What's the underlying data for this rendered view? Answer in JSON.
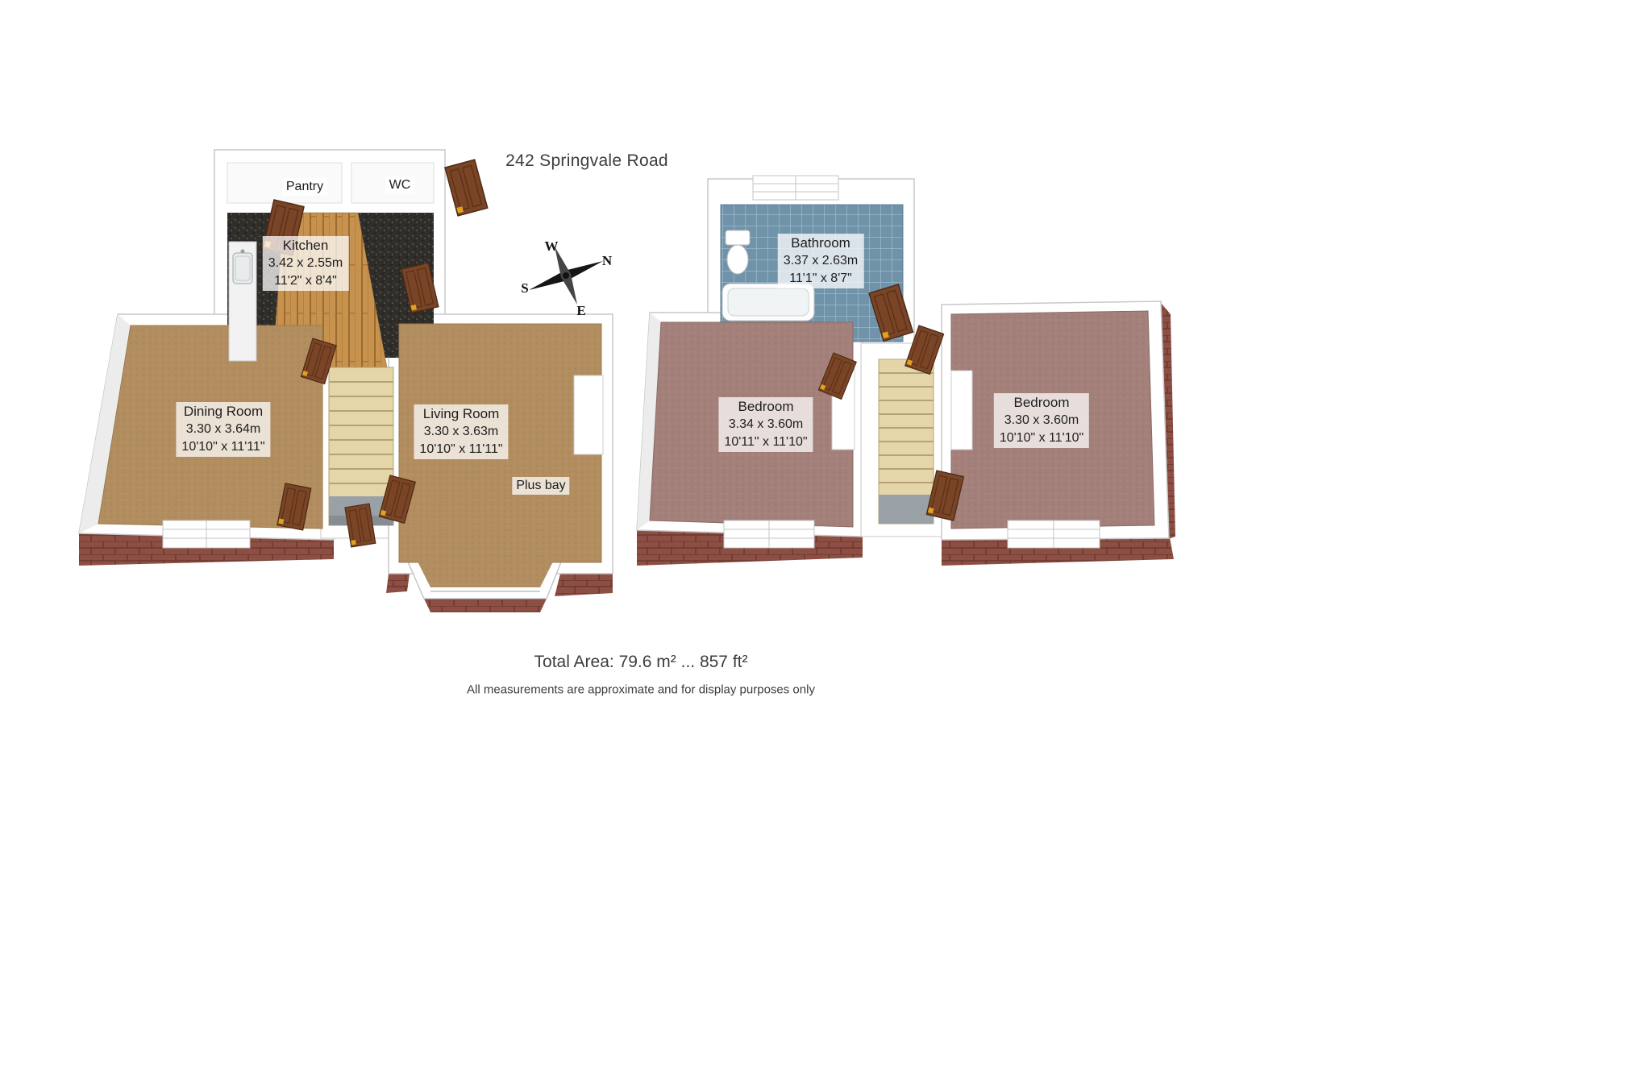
{
  "title": "242 Springvale Road",
  "compass": {
    "west": "W",
    "north": "N",
    "south": "S",
    "east": "E"
  },
  "floors": {
    "ground": {
      "pantry": {
        "name": "Pantry"
      },
      "wc": {
        "name": "WC"
      },
      "kitchen": {
        "name": "Kitchen",
        "metric": "3.42 x 2.55m",
        "imperial": "11'2\" x 8'4\""
      },
      "dining": {
        "name": "Dining Room",
        "metric": "3.30 x 3.64m",
        "imperial": "10'10\" x 11'11\""
      },
      "living": {
        "name": "Living Room",
        "metric": "3.30 x 3.63m",
        "imperial": "10'10\" x 11'11\"",
        "note": "Plus bay"
      }
    },
    "first": {
      "bathroom": {
        "name": "Bathroom",
        "metric": "3.37 x 2.63m",
        "imperial": "11'1\" x 8'7\""
      },
      "bedroom1": {
        "name": "Bedroom",
        "metric": "3.34 x 3.60m",
        "imperial": "10'11\" x 11'10\""
      },
      "bedroom2": {
        "name": "Bedroom",
        "metric": "3.30 x 3.60m",
        "imperial": "10'10\" x 11'10\""
      }
    }
  },
  "footer": {
    "total_area": "Total Area: 79.6 m² ... 857 ft²",
    "disclaimer": "All measurements are approximate and for display purposes only"
  },
  "colors": {
    "carpet_ground": "#b18d5f",
    "carpet_first": "#a3807a",
    "kitchen_floor": "#2f2d29",
    "wood_floor": "#c6924e",
    "bathroom_tile": "#7193aa",
    "brick": "#8d4f43",
    "stairs": "#e4d6a8",
    "door": "#7a4527",
    "door_hinge": "#e0a31d"
  }
}
